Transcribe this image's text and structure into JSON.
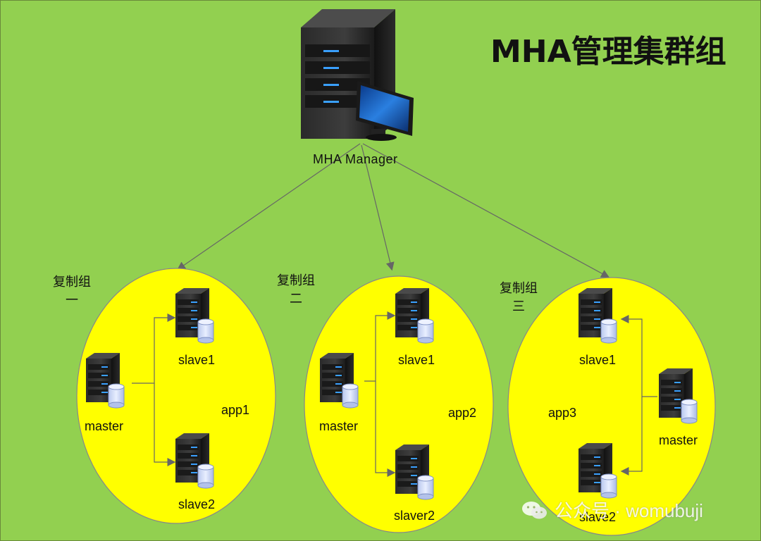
{
  "title": "MHA管理集群组",
  "manager": {
    "label": "MHA Manager"
  },
  "groups": [
    {
      "label_line1": "复制组",
      "label_line2": "一",
      "app": "app1",
      "nodes": {
        "master": "master",
        "slave_a": "slave1",
        "slave_b": "slave2"
      }
    },
    {
      "label_line1": "复制组",
      "label_line2": "二",
      "app": "app2",
      "nodes": {
        "master": "master",
        "slave_a": "slave1",
        "slave_b": "slaver2"
      }
    },
    {
      "label_line1": "复制组",
      "label_line2": "三",
      "app": "app3",
      "nodes": {
        "master": "master",
        "slave_a": "slave1",
        "slave_b": "slave2"
      }
    }
  ],
  "watermark": {
    "text": "公众号 · womubuji"
  },
  "colors": {
    "background": "#92d050",
    "group_fill": "#ffff00",
    "connector": "#666666"
  }
}
